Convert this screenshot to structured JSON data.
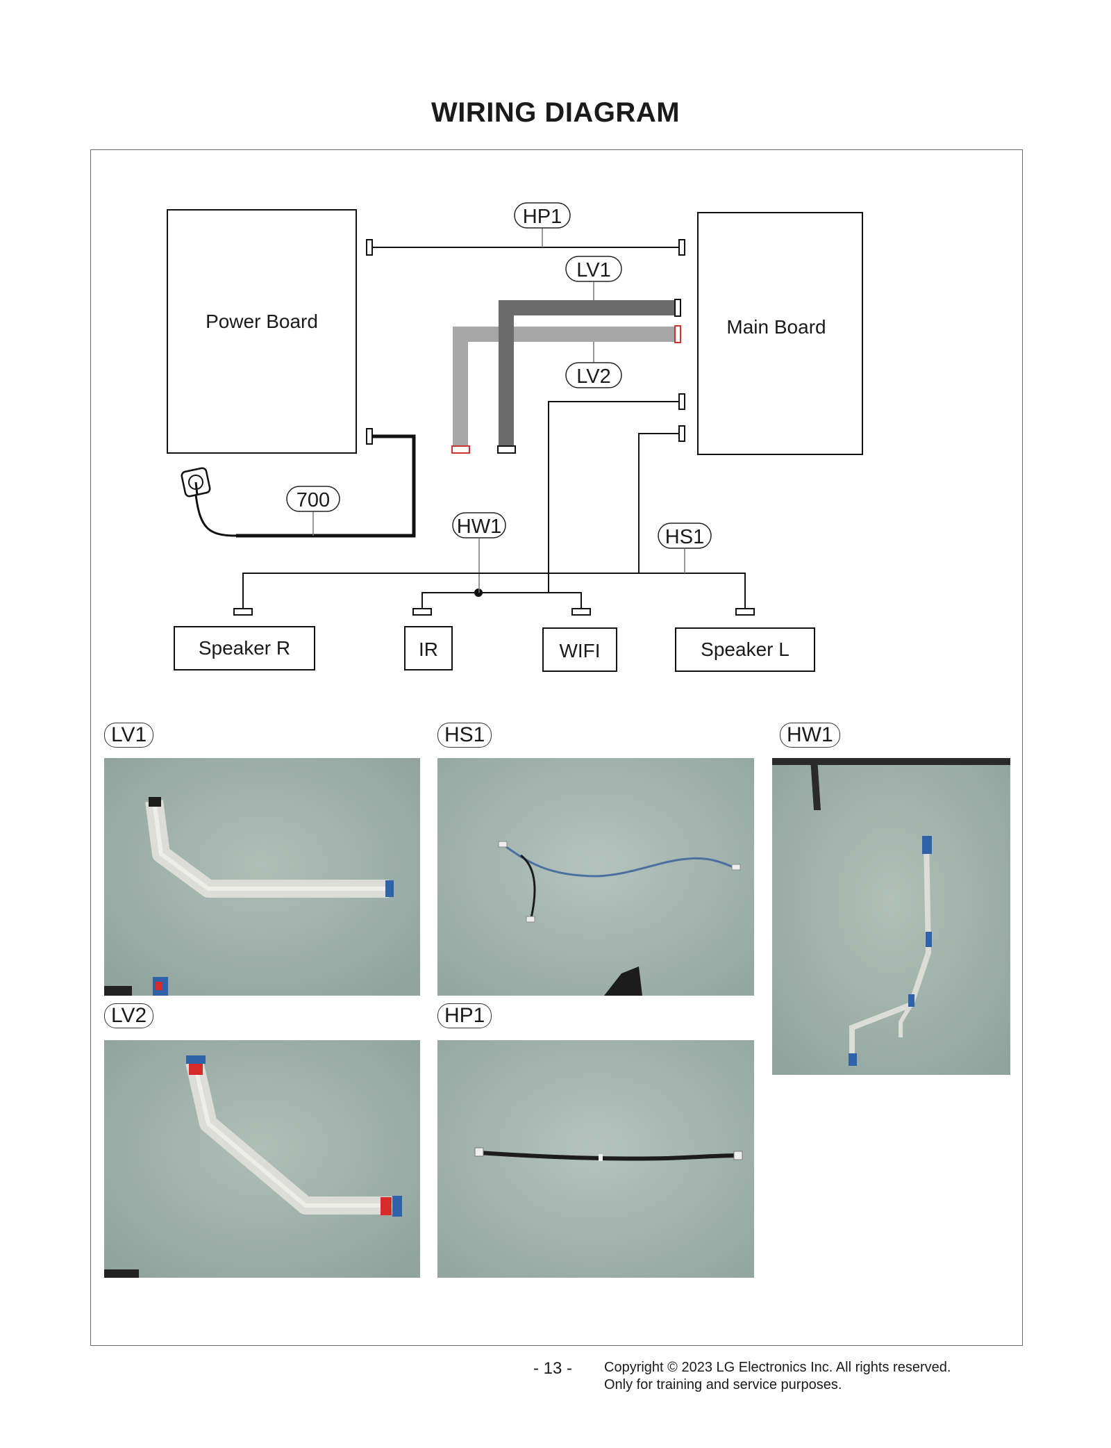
{
  "page": {
    "title": "WIRING DIAGRAM",
    "page_number": "- 13 -",
    "copyright_line1": "Copyright © 2023 LG Electronics Inc. All rights reserved.",
    "copyright_line2": "Only for training and service purposes."
  },
  "diagram": {
    "boards": {
      "power": "Power Board",
      "main": "Main Board"
    },
    "modules": {
      "speaker_r": "Speaker R",
      "ir": "IR",
      "wifi": "WIFI",
      "speaker_l": "Speaker L"
    },
    "cable_labels": {
      "hp1": "HP1",
      "lv1": "LV1",
      "lv2": "LV2",
      "cable_700": "700",
      "hw1": "HW1",
      "hs1": "HS1"
    },
    "colors": {
      "lv1_cable": "#6b6b6b",
      "lv2_cable": "#a6a6a6",
      "red_connector": "#cc3333",
      "line": "#111111"
    }
  },
  "photos": {
    "lv1": "LV1",
    "hs1": "HS1",
    "hw1": "HW1",
    "lv2": "LV2",
    "hp1": "HP1",
    "colors": {
      "background": "#9fb1aa",
      "flat_cable": "#dcdcd8",
      "connector_blue": "#2f62a8",
      "connector_red": "#d62b2b",
      "wire_blue": "#4a6fa0",
      "wire_black": "#1c1c1c"
    }
  }
}
